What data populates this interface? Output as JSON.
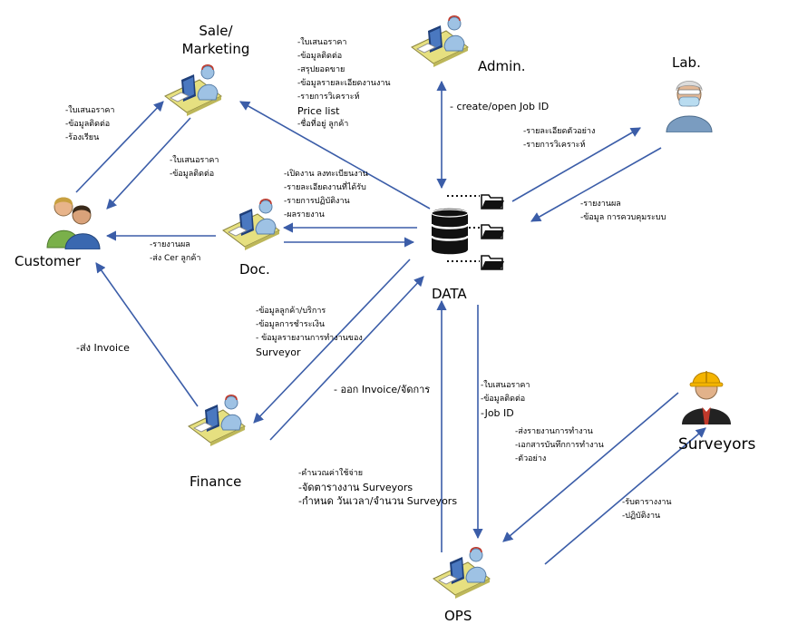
{
  "nodes": {
    "sale_marketing": "Sale/\nMarketing",
    "admin": "Admin.",
    "lab": "Lab.",
    "customer": "Customer",
    "doc": "Doc.",
    "data": "DATA",
    "finance": "Finance",
    "surveyors": "Surveyors",
    "ops": "OPS"
  },
  "notes": {
    "sale_to_data": [
      "-ใบเสนอราคา",
      "-ข้อมูลติดต่อ",
      "-สรุปยอดขาย",
      "-ข้อมูลรายละเอียดงานงาน",
      "-รายการวิเคราะห์",
      "Price list",
      "-ชื่อที่อยู่ ลูกค้า"
    ],
    "customer_to_sale": [
      "-ใบเสนอราคา",
      "-ข้อมูลติดต่อ",
      "-ร้องเรียน"
    ],
    "sale_to_customer": [
      "-ใบเสนอราคา",
      "-ข้อมูลติดต่อ"
    ],
    "doc_data": [
      "-เปิดงาน ลงทะเบียนงาน",
      "-รายละเอียดงานที่ได้รับ",
      "-รายการปฏิบัติงาน",
      "-ผลรายงาน"
    ],
    "doc_to_customer": [
      "-รายงานผล",
      "-ส่ง Cer ลูกค้า"
    ],
    "admin_data": [
      "- create/open Job ID"
    ],
    "data_to_lab": [
      "-รายละเอียดตัวอย่าง",
      "-รายการวิเคราะห์"
    ],
    "lab_to_data": [
      "-รายงานผล",
      "-ข้อมูล การควบคุมระบบ"
    ],
    "data_to_finance": [
      "-ข้อมูลลูกค้า/บริการ",
      "-ข้อมูลการชำระเงิน",
      "- ข้อมูลรายงานการทำงานของ",
      "Surveyor"
    ],
    "finance_to_customer": [
      "-ส่ง Invoice"
    ],
    "finance_to_data": [
      "- ออก Invoice/จัดการ"
    ],
    "data_to_ops": [
      "-ใบเสนอราคา",
      "-ข้อมูลติดต่อ",
      "-Job ID"
    ],
    "ops_to_finance": [
      "-คำนวณค่าใช้จ่าย",
      "-จัดตารางงาน Surveyors",
      "-กำหนด วันเวลา/จำนวน Surveyors"
    ],
    "surveyors_to_ops": [
      "-ส่งรายงานการทำงาน",
      "-เอกสารบันทึกการทำงาน",
      "-ตัวอย่าง"
    ],
    "ops_to_surveyors": [
      "-รับตารางงาน",
      "-ปฏิบัติงาน"
    ]
  },
  "colors": {
    "arrow": "#3b5da8",
    "desk": "#e6e080",
    "screen": "#1f3f7a",
    "person": "#9ec2e4",
    "database": "#111111"
  }
}
